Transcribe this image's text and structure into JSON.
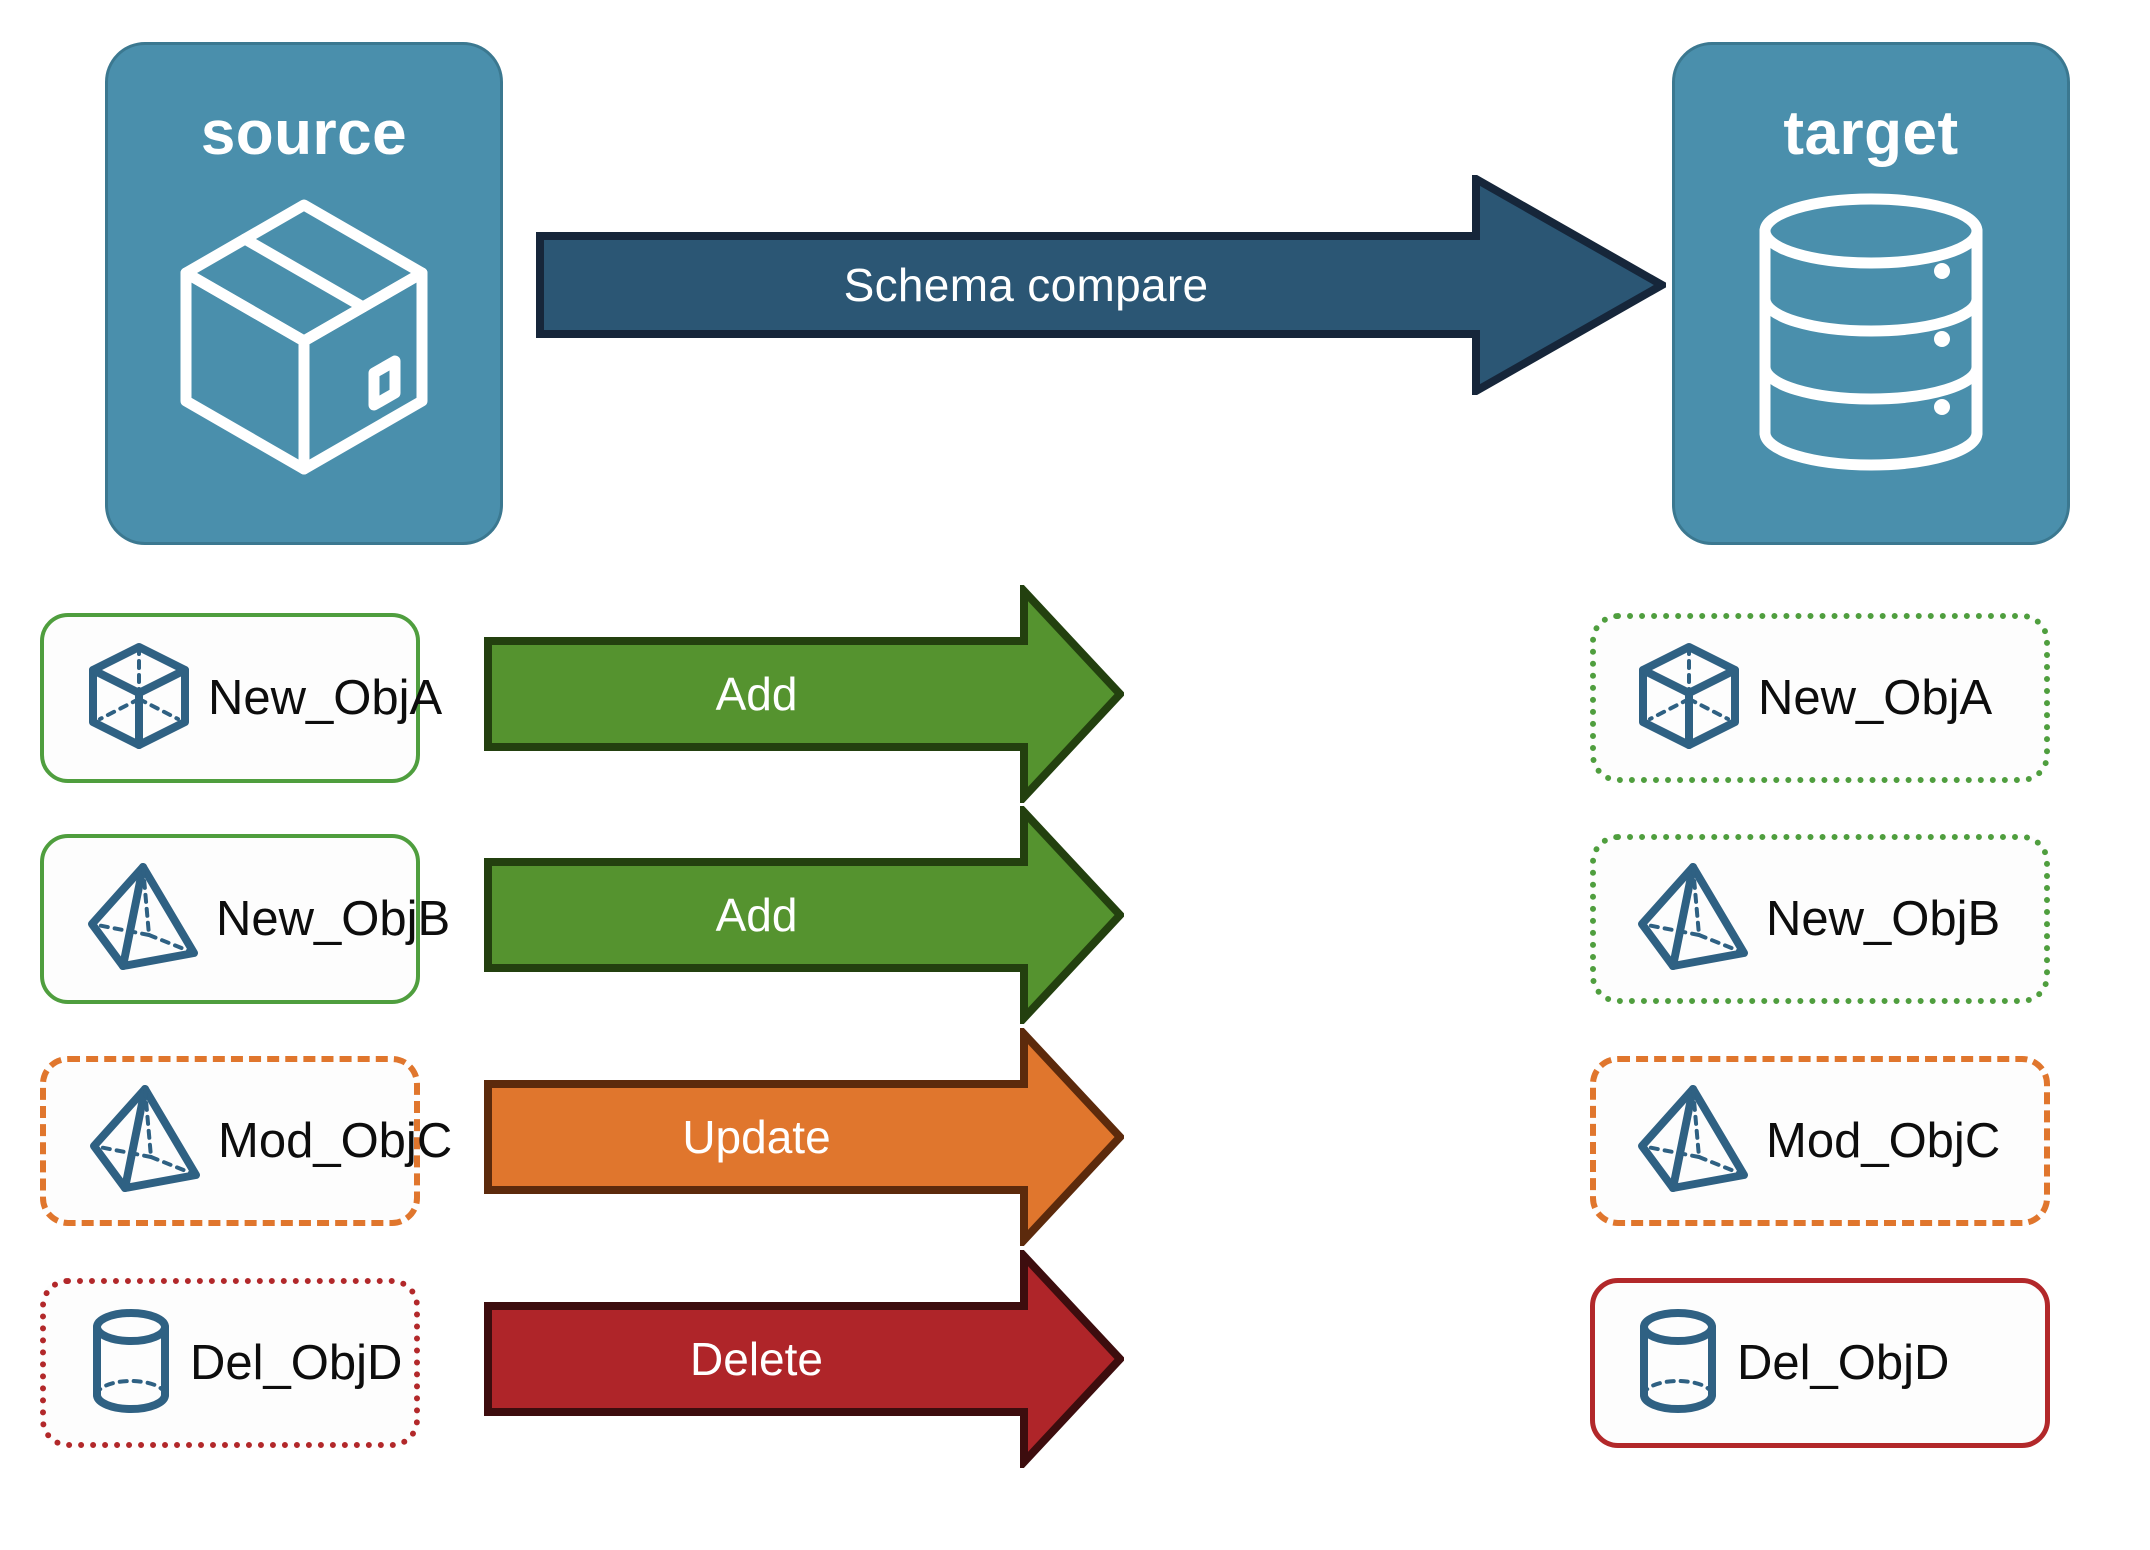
{
  "diagram": {
    "title": "Schema compare",
    "endpoints": [
      {
        "id": "source",
        "label": "source",
        "icon": "package-cube-icon"
      },
      {
        "id": "target",
        "label": "target",
        "icon": "database-cylinder-icon"
      }
    ],
    "main_arrow": {
      "label": "Schema compare",
      "fill": "#2b5674",
      "stroke": "#16263a",
      "direction": "right"
    },
    "rows": [
      {
        "action": "Add",
        "arrow_fill": "#55932f",
        "arrow_stroke": "#23400f",
        "source": {
          "label": "New_ObjA",
          "icon": "wireframe-cube-icon",
          "border_style": "solid",
          "border_color": "#4f9e3e"
        },
        "target": {
          "label": "New_ObjA",
          "icon": "wireframe-cube-icon",
          "border_style": "dotted",
          "border_color": "#4f9e3e"
        }
      },
      {
        "action": "Add",
        "arrow_fill": "#55932f",
        "arrow_stroke": "#23400f",
        "source": {
          "label": "New_ObjB",
          "icon": "wireframe-pyramid-icon",
          "border_style": "solid",
          "border_color": "#4f9e3e"
        },
        "target": {
          "label": "New_ObjB",
          "icon": "wireframe-pyramid-icon",
          "border_style": "dotted",
          "border_color": "#4f9e3e"
        }
      },
      {
        "action": "Update",
        "arrow_fill": "#e0762d",
        "arrow_stroke": "#5c2a0c",
        "source": {
          "label": "Mod_ObjC",
          "icon": "wireframe-pyramid-icon",
          "border_style": "dashed",
          "border_color": "#e0762d"
        },
        "target": {
          "label": "Mod_ObjC",
          "icon": "wireframe-pyramid-icon",
          "border_style": "dashed",
          "border_color": "#e0762d"
        }
      },
      {
        "action": "Delete",
        "arrow_fill": "#af2529",
        "arrow_stroke": "#3d0d0e",
        "source": {
          "label": "Del_ObjD",
          "icon": "wireframe-cylinder-icon",
          "border_style": "dotted",
          "border_color": "#b2282a"
        },
        "target": {
          "label": "Del_ObjD",
          "icon": "wireframe-cylinder-icon",
          "border_style": "solid",
          "border_color": "#b2282a"
        }
      }
    ],
    "colors": {
      "endpoint_fill": "#4a8fac",
      "endpoint_stroke": "#3b7890",
      "icon_navy": "#2f6183",
      "card_fill": "#fdfdfd",
      "page_background": "#ffffff",
      "green": "#4f9e3e",
      "orange": "#e0762d",
      "red": "#b2282a"
    }
  }
}
